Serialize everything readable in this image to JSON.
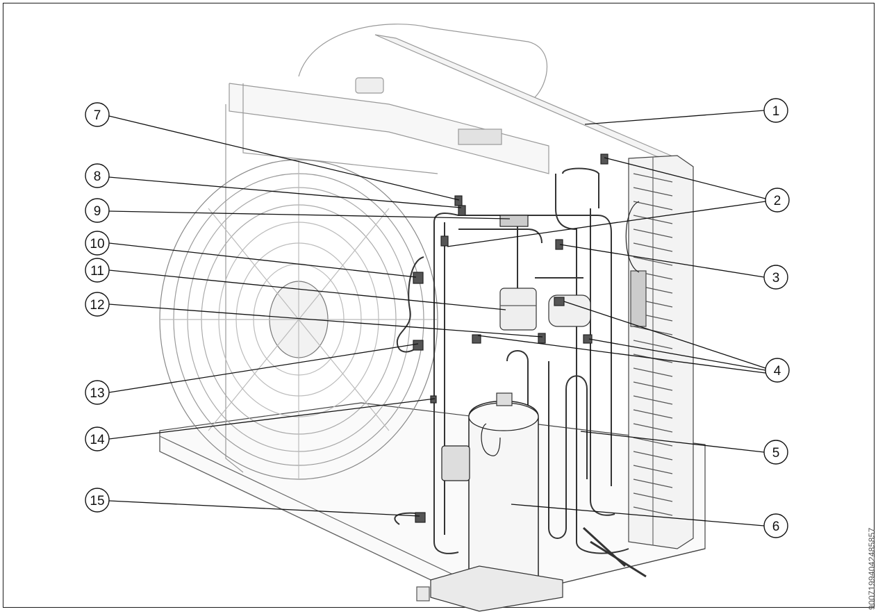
{
  "diagram": {
    "title": "",
    "document_id": "90071994042485857",
    "callouts": [
      {
        "number": "1"
      },
      {
        "number": "2"
      },
      {
        "number": "3"
      },
      {
        "number": "4"
      },
      {
        "number": "5"
      },
      {
        "number": "6"
      },
      {
        "number": "7"
      },
      {
        "number": "8"
      },
      {
        "number": "9"
      },
      {
        "number": "10"
      },
      {
        "number": "11"
      },
      {
        "number": "12"
      },
      {
        "number": "13"
      },
      {
        "number": "14"
      },
      {
        "number": "15"
      }
    ]
  }
}
